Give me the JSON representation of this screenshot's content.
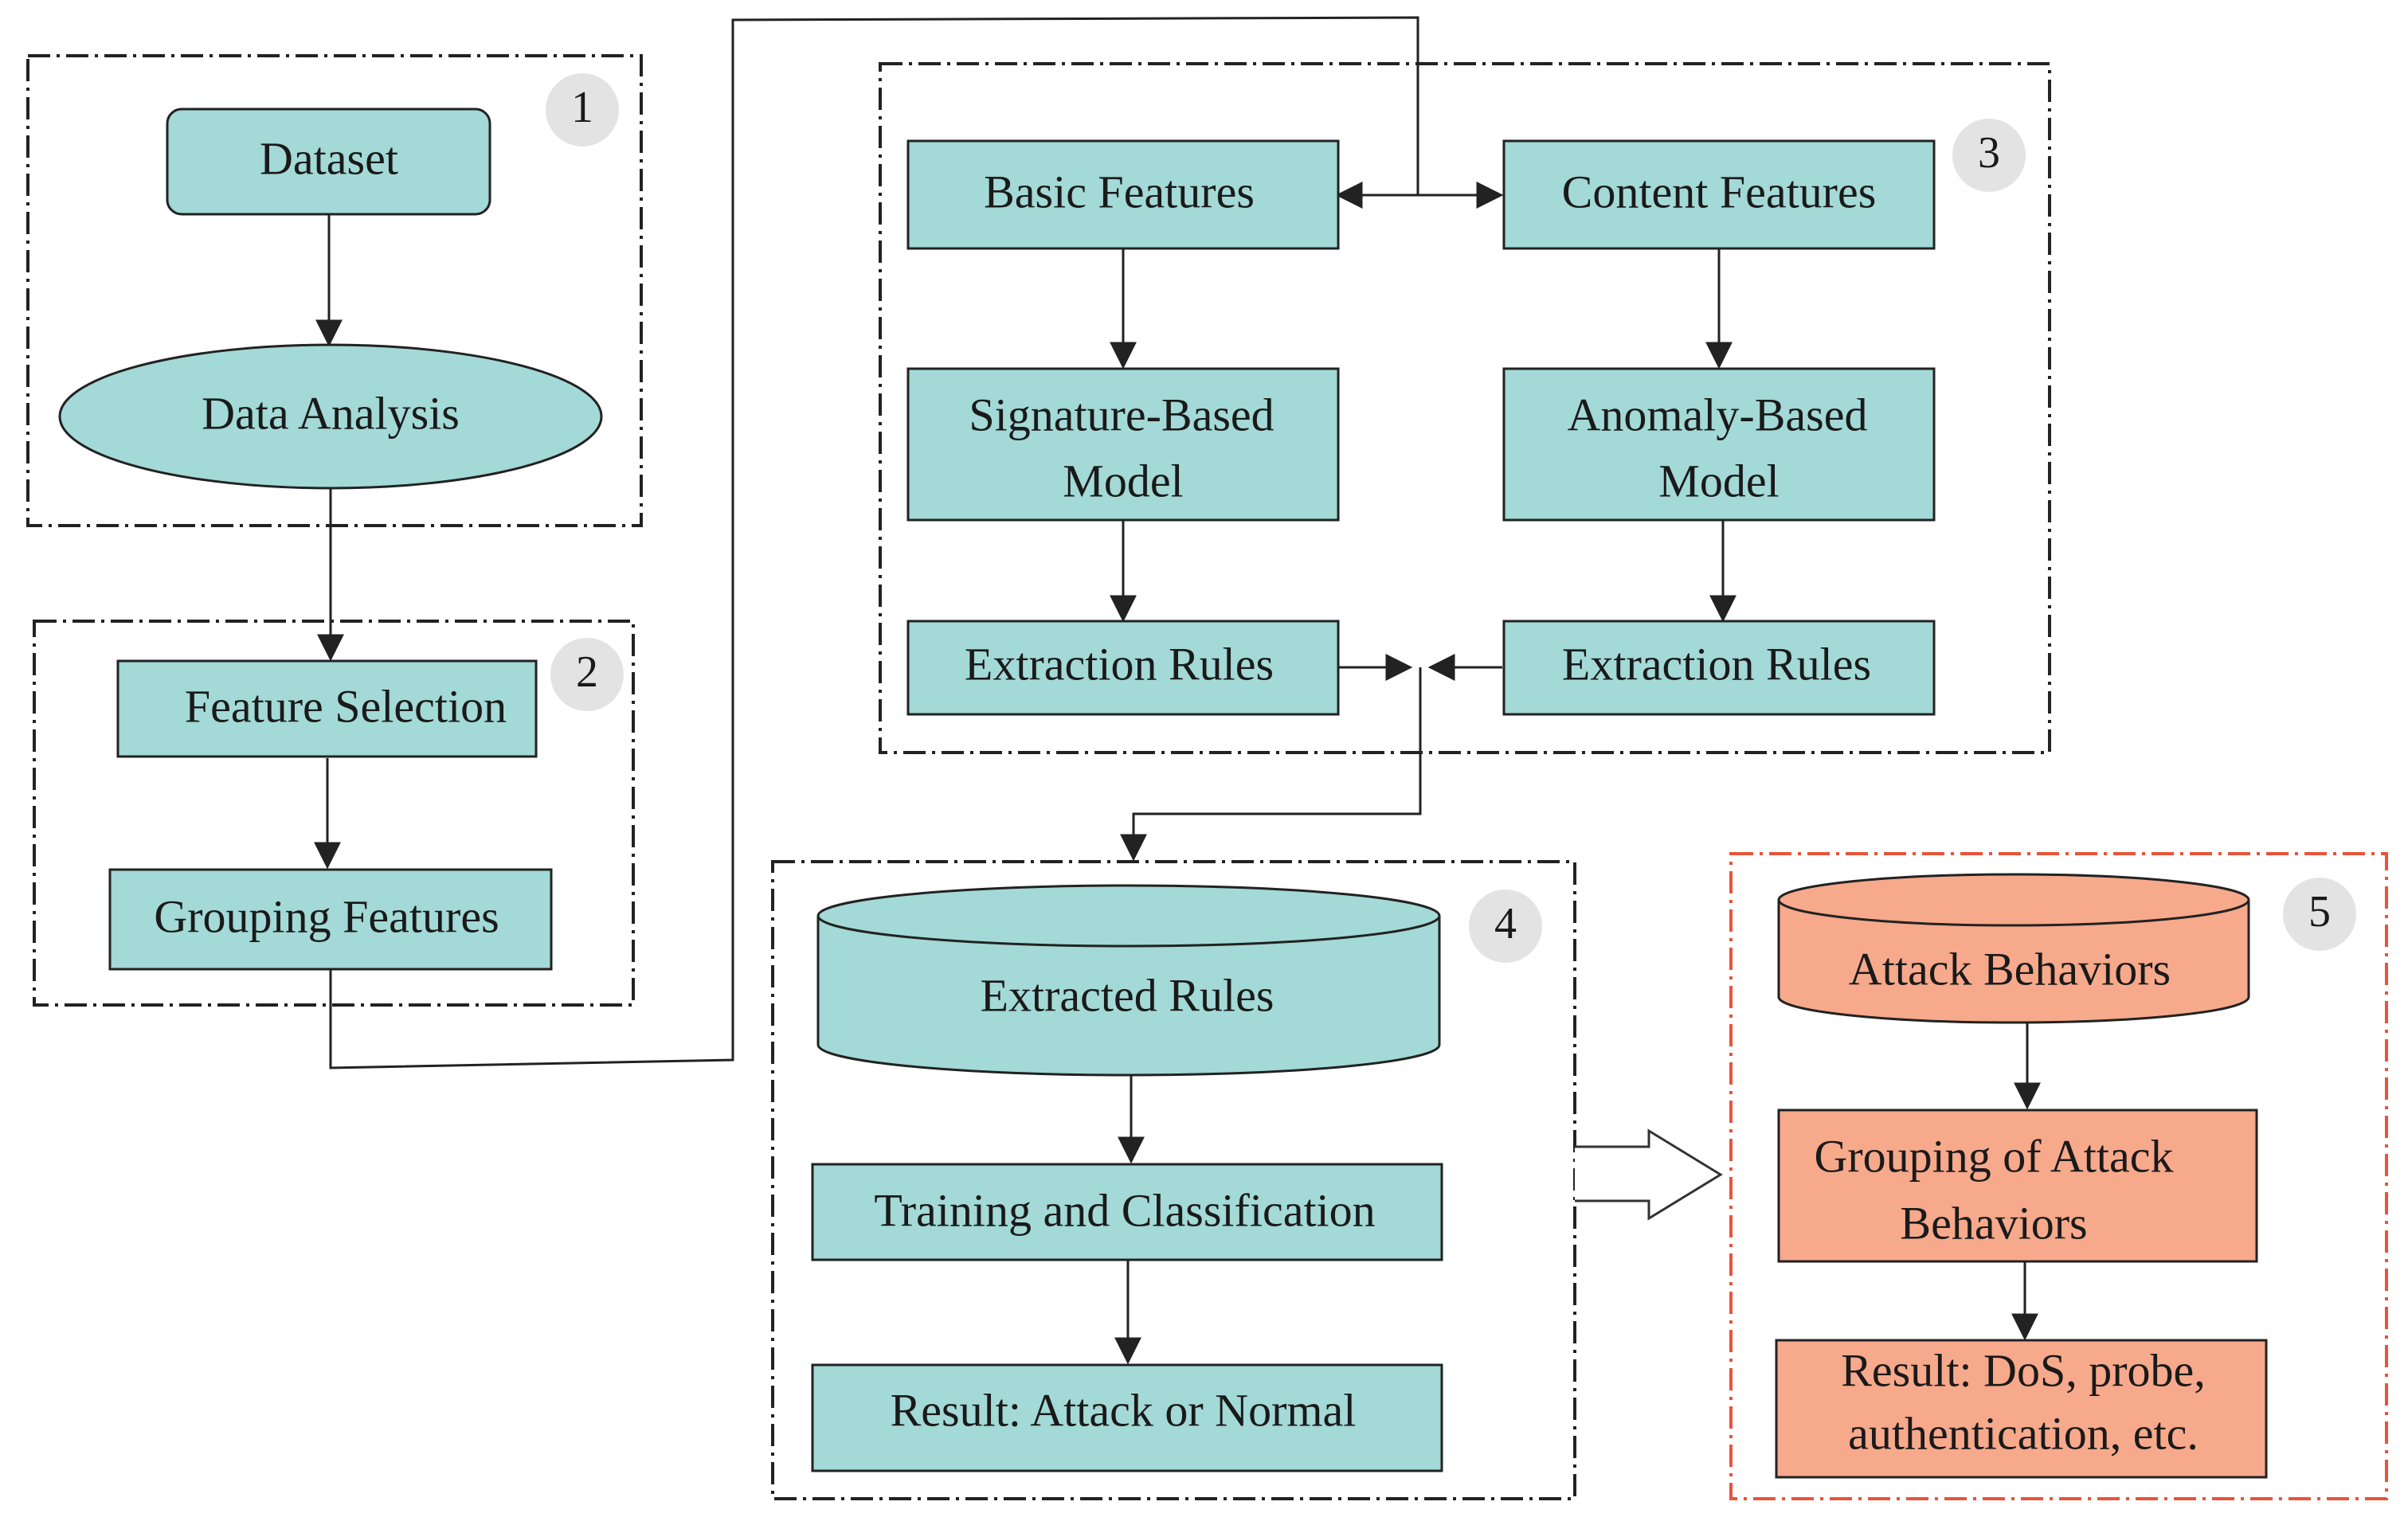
{
  "sections": {
    "s1": "1",
    "s2": "2",
    "s3": "3",
    "s4": "4",
    "s5": "5"
  },
  "nodes": {
    "dataset": "Dataset",
    "data_analysis": "Data Analysis",
    "feature_selection": "Feature Selection",
    "grouping_features": "Grouping Features",
    "basic_features": "Basic Features",
    "content_features": "Content Features",
    "signature_model_line1": "Signature-Based",
    "signature_model_line2": "Model",
    "anomaly_model_line1": "Anomaly-Based",
    "anomaly_model_line2": "Model",
    "extraction_rules_left": "Extraction Rules",
    "extraction_rules_right": "Extraction Rules",
    "extracted_rules": "Extracted Rules",
    "training_classification": "Training and Classification",
    "result_attack_normal": "Result: Attack or Normal",
    "attack_behaviors": "Attack Behaviors",
    "grouping_attack_line1": "Grouping of Attack",
    "grouping_attack_line2": "Behaviors",
    "result_types_line1": "Result: DoS, probe,",
    "result_types_line2": "authentication, etc."
  },
  "colors": {
    "teal_fill": "#a3d9d6",
    "salmon_fill": "#f7a98c",
    "section5_border": "#e8543a",
    "badge_fill": "#e3e3e3"
  }
}
